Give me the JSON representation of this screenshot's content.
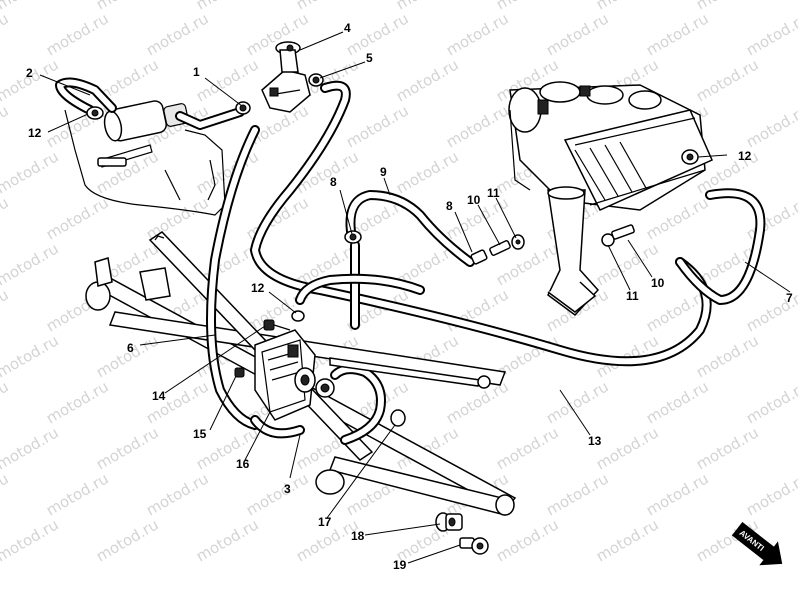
{
  "watermark": {
    "text": "motod.ru"
  },
  "callouts": [
    {
      "id": "c1",
      "label": "1"
    },
    {
      "id": "c2",
      "label": "2"
    },
    {
      "id": "c3",
      "label": "3"
    },
    {
      "id": "c4",
      "label": "4"
    },
    {
      "id": "c5",
      "label": "5"
    },
    {
      "id": "c6",
      "label": "6"
    },
    {
      "id": "c7",
      "label": "7"
    },
    {
      "id": "c8a",
      "label": "8"
    },
    {
      "id": "c8b",
      "label": "8"
    },
    {
      "id": "c9",
      "label": "9"
    },
    {
      "id": "c10a",
      "label": "10"
    },
    {
      "id": "c10b",
      "label": "10"
    },
    {
      "id": "c11a",
      "label": "11"
    },
    {
      "id": "c11b",
      "label": "11"
    },
    {
      "id": "c12a",
      "label": "12"
    },
    {
      "id": "c12b",
      "label": "12"
    },
    {
      "id": "c12c",
      "label": "12"
    },
    {
      "id": "c13",
      "label": "13"
    },
    {
      "id": "c14",
      "label": "14"
    },
    {
      "id": "c15",
      "label": "15"
    },
    {
      "id": "c16",
      "label": "16"
    },
    {
      "id": "c17",
      "label": "17"
    },
    {
      "id": "c18",
      "label": "18"
    },
    {
      "id": "c19",
      "label": "19"
    }
  ],
  "direction_arrow": {
    "label": "AVANTI"
  }
}
